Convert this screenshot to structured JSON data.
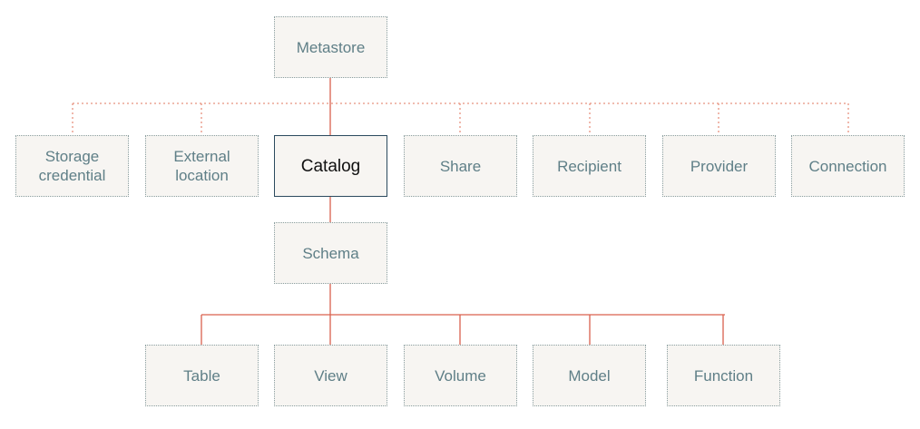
{
  "nodes": {
    "metastore": "Metastore",
    "storage_credential": "Storage\ncredential",
    "external_location": "External\nlocation",
    "catalog": "Catalog",
    "share": "Share",
    "recipient": "Recipient",
    "provider": "Provider",
    "connection": "Connection",
    "schema": "Schema",
    "table": "Table",
    "view": "View",
    "volume": "Volume",
    "model": "Model",
    "function": "Function"
  },
  "colors": {
    "solid_connector": "#d9614e",
    "dotted_connector": "#e8927f",
    "node_fill": "#f7f5f2",
    "node_border": "#8a9ea0",
    "active_border": "#2b4a5e",
    "label": "#5f7f87",
    "active_label": "#111111"
  }
}
